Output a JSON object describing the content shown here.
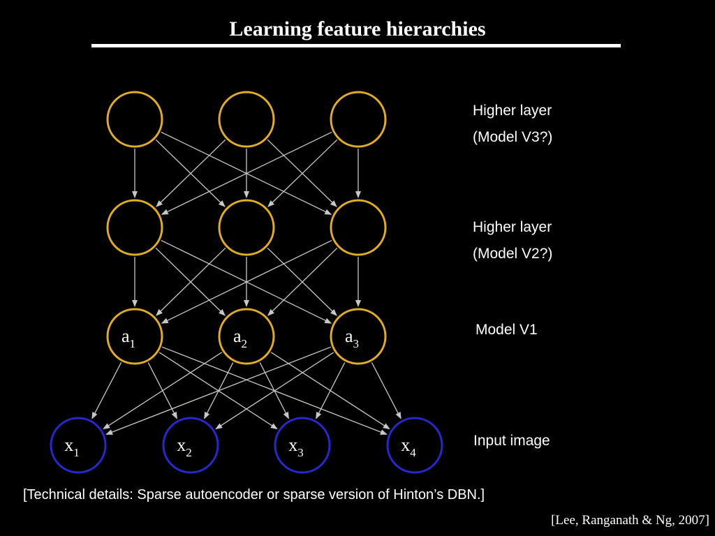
{
  "title": "Learning feature hierarchies",
  "labels": {
    "v3": [
      "Higher layer",
      "(Model V3?)"
    ],
    "v2": [
      "Higher layer",
      "(Model V2?)"
    ],
    "v1": "Model V1",
    "input": "Input image"
  },
  "footnote": "[Technical details: Sparse autoencoder or sparse version of Hinton’s DBN.]",
  "citation": "[Lee, Ranganath & Ng, 2007]",
  "layers": [
    {
      "name": "v3",
      "nodes": [
        {
          "label": "",
          "sub": ""
        },
        {
          "label": "",
          "sub": ""
        },
        {
          "label": "",
          "sub": ""
        }
      ]
    },
    {
      "name": "v2",
      "nodes": [
        {
          "label": "",
          "sub": ""
        },
        {
          "label": "",
          "sub": ""
        },
        {
          "label": "",
          "sub": ""
        }
      ]
    },
    {
      "name": "v1",
      "nodes": [
        {
          "label": "a",
          "sub": "1"
        },
        {
          "label": "a",
          "sub": "2"
        },
        {
          "label": "a",
          "sub": "3"
        }
      ]
    },
    {
      "name": "input",
      "nodes": [
        {
          "label": "x",
          "sub": "1"
        },
        {
          "label": "x",
          "sub": "2"
        },
        {
          "label": "x",
          "sub": "3"
        },
        {
          "label": "x",
          "sub": "4"
        }
      ]
    }
  ],
  "colors": {
    "hidden_node": "#e2ad20",
    "input_node": "#2828d0",
    "edge": "#c8c8c8",
    "background": "#000000"
  }
}
